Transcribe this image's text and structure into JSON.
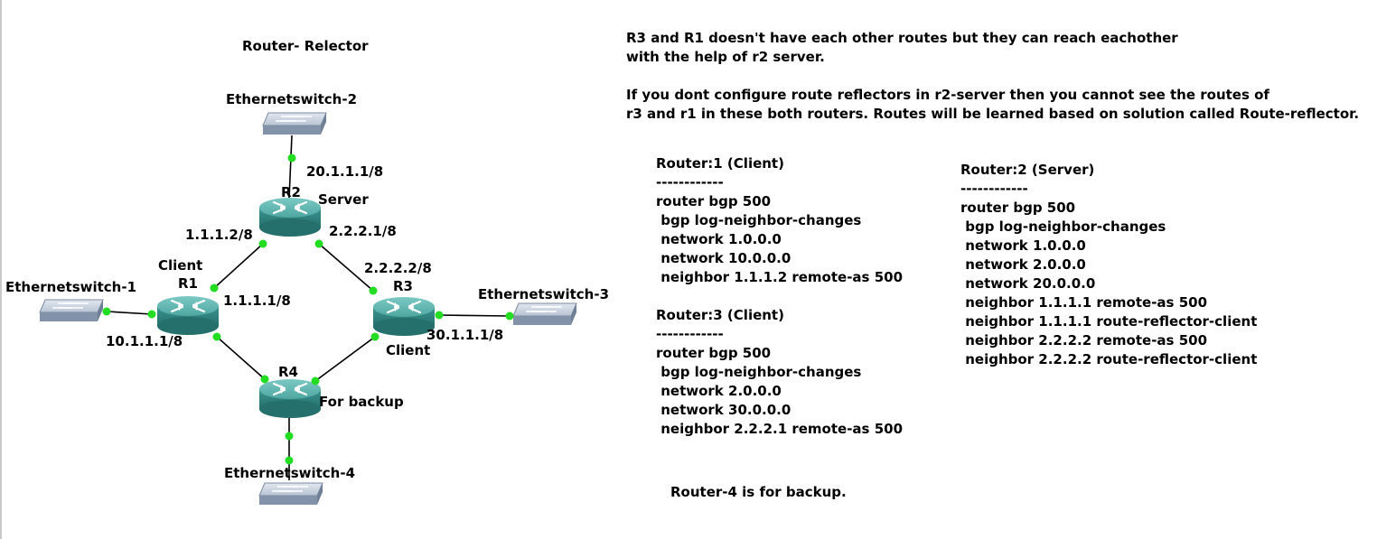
{
  "diagram": {
    "title": "Router- Relector",
    "devices": {
      "switch_top": "Ethernetswitch-2",
      "switch_left": "Ethernetswitch-1",
      "switch_right": "Ethernetswitch-3",
      "switch_bottom": "Ethernetswitch-4",
      "r1": "R1",
      "r2": "R2",
      "r3": "R3",
      "r4": "R4"
    },
    "roles": {
      "r1": "Client",
      "r2": "Server",
      "r3": "Client",
      "r4": "For backup"
    },
    "addresses": {
      "r2_top": "20.1.1.1/8",
      "r2_left": "1.1.1.2/8",
      "r2_right": "2.2.2.1/8",
      "r3_left": "2.2.2.2/8",
      "r1_right": "1.1.1.1/8",
      "r1_left": "10.1.1.1/8",
      "r3_right": "30.1.1.1/8"
    }
  },
  "notes": {
    "para1": [
      "R3 and R1 doesn't have each other routes but they can reach eachother",
      "with the help of r2 server."
    ],
    "para2": [
      "If you dont configure route reflectors in r2-server then you cannot see the routes of",
      "r3 and r1 in these both routers. Routes will be learned based on solution called Route-reflector."
    ],
    "footer": "Router-4 is for backup."
  },
  "configs": {
    "router1": [
      "Router:1 (Client)",
      "------------",
      "router bgp 500",
      " bgp log-neighbor-changes",
      " network 1.0.0.0",
      " network 10.0.0.0",
      " neighbor 1.1.1.2 remote-as 500"
    ],
    "router3": [
      "Router:3 (Client)",
      "------------",
      "router bgp 500",
      " bgp log-neighbor-changes",
      " network 2.0.0.0",
      " network 30.0.0.0",
      " neighbor 2.2.2.1 remote-as 500"
    ],
    "router2": [
      "Router:2 (Server)",
      "------------",
      "router bgp 500",
      " bgp log-neighbor-changes",
      " network 1.0.0.0",
      " network 2.0.0.0",
      " network 20.0.0.0",
      " neighbor 1.1.1.1 remote-as 500",
      " neighbor 1.1.1.1 route-reflector-client",
      " neighbor 2.2.2.2 remote-as 500",
      " neighbor 2.2.2.2 route-reflector-client"
    ]
  },
  "colors": {
    "link": "#000000",
    "port_dot": "#22dd22",
    "router_top": "#5fb8b3",
    "router_side": "#2f8784",
    "switch_top": "#c9d3e0",
    "switch_side": "#8494ab"
  },
  "icons": {
    "router": "router-icon",
    "switch": "ethernet-switch-icon"
  }
}
